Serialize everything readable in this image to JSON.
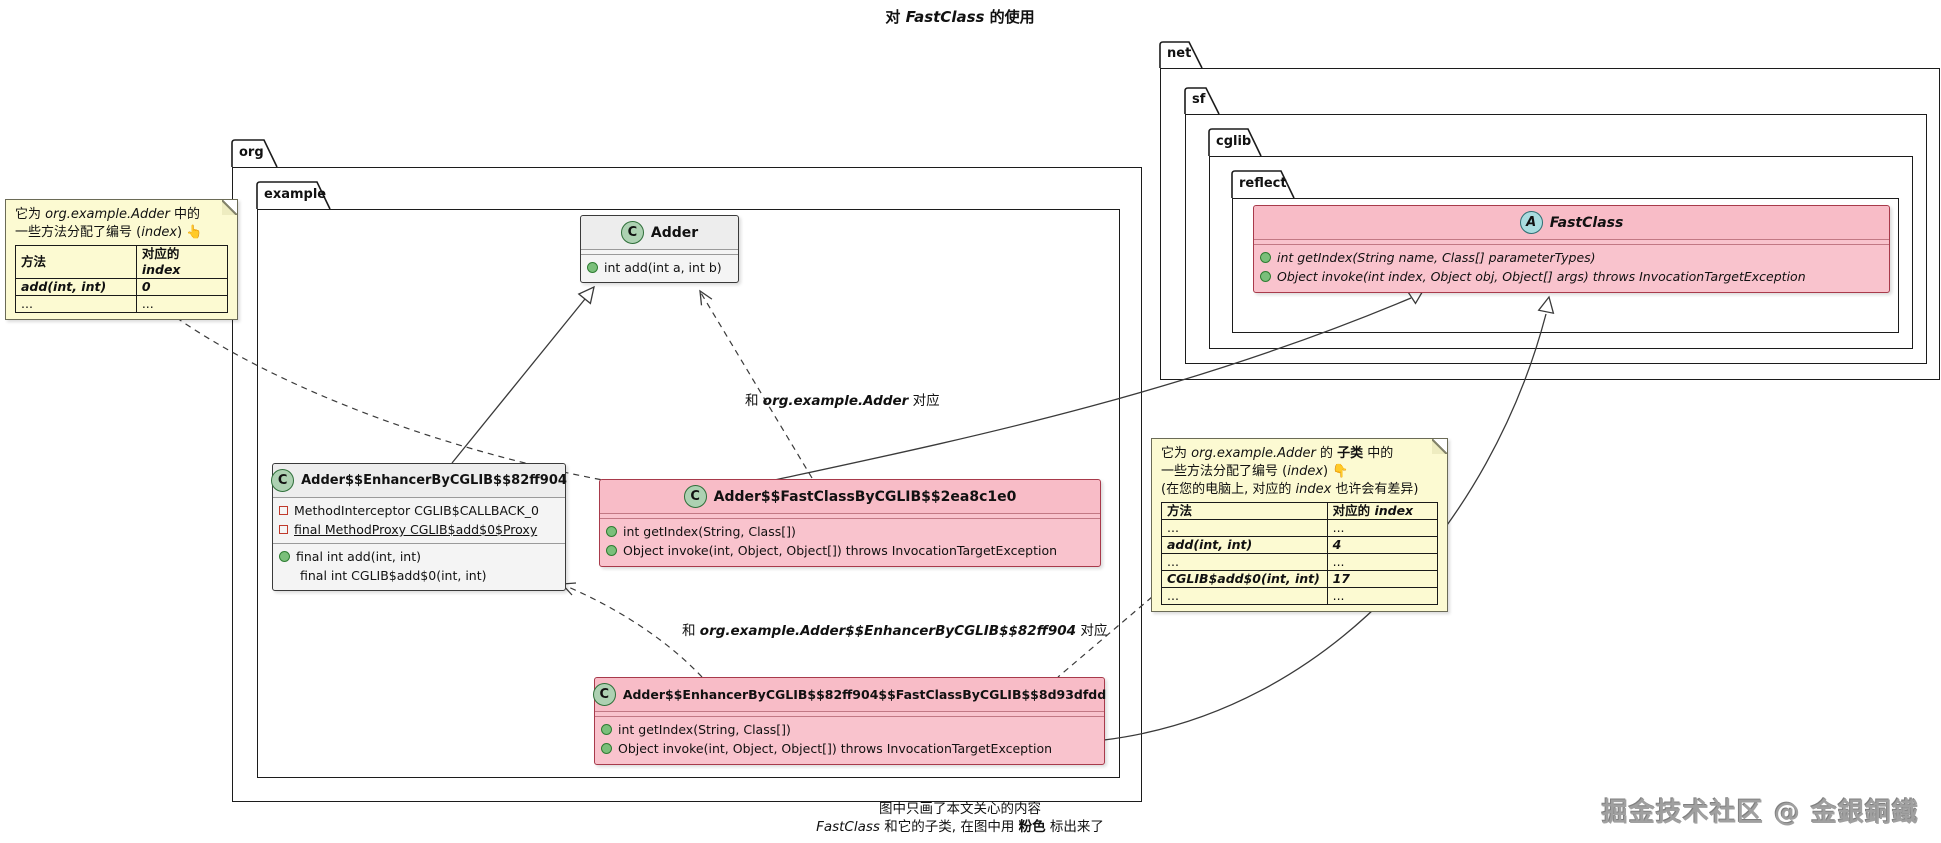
{
  "title": {
    "t1": "对 ",
    "t2": "FastClass",
    "t3": " 的使用"
  },
  "packages": {
    "org": "org",
    "example": "example",
    "net": "net",
    "sf": "sf",
    "cglib": "cglib",
    "reflect": "reflect"
  },
  "colors": {
    "class_pink": "#f9c3cd",
    "class_gray": "#f4f4f4",
    "pink_border": "#a83a4b",
    "note_bg": "#fcfad2",
    "stereotype_class_green": "#add1b2",
    "stereotype_abstract_blue": "#a9dcdf"
  },
  "classes": {
    "adder": {
      "stereotype": "C",
      "name": "Adder",
      "methods": [
        "int add(int a, int b)"
      ]
    },
    "enhancer": {
      "stereotype": "C",
      "name": "Adder$$EnhancerByCGLIB$$82ff904",
      "fields": [
        "MethodInterceptor CGLIB$CALLBACK_0",
        "final MethodProxy CGLIB$add$0$Proxy"
      ],
      "methods": [
        "final int add(int, int)",
        "final int CGLIB$add$0(int, int)"
      ]
    },
    "fastclass_mid": {
      "stereotype": "C",
      "name": "Adder$$FastClassByCGLIB$$2ea8c1e0",
      "methods": [
        "int getIndex(String, Class[])",
        "Object invoke(int, Object, Object[]) throws InvocationTargetException"
      ]
    },
    "fastclass_bottom": {
      "stereotype": "C",
      "name": "Adder$$EnhancerByCGLIB$$82ff904$$FastClassByCGLIB$$8d93dfdd",
      "methods": [
        "int getIndex(String, Class[])",
        "Object invoke(int, Object, Object[]) throws InvocationTargetException"
      ]
    },
    "fastclass": {
      "stereotype": "A",
      "name": "FastClass",
      "methods": [
        "int getIndex(String name, Class[] parameterTypes)",
        "Object invoke(int index, Object obj, Object[] args) throws InvocationTargetException"
      ]
    }
  },
  "notes": {
    "left": {
      "line1_pre": "它为 ",
      "line1_code": "org.example.Adder",
      "line1_post": " 中的",
      "line2_pre": "一些方法分配了编号 (",
      "line2_code": "index",
      "line2_post": ")",
      "pointer": "👆",
      "table": {
        "col1": "方法",
        "col2_pre": "对应的 ",
        "col2_code": "index",
        "rows": [
          [
            "add(int, int)",
            "0"
          ],
          [
            "...",
            "..."
          ]
        ]
      }
    },
    "right": {
      "line1_pre": "它为 ",
      "line1_code": "org.example.Adder",
      "line1_mid": " 的 ",
      "line1_bold": "子类",
      "line1_post": " 中的",
      "line2_pre": "一些方法分配了编号 (",
      "line2_code": "index",
      "line2_post": ")",
      "pointer": "👇",
      "line3_pre": "(在您的电脑上, 对应的 ",
      "line3_code": "index",
      "line3_post": " 也许会有差异)",
      "table": {
        "col1": "方法",
        "col2_pre": "对应的 ",
        "col2_code": "index",
        "rows": [
          [
            "...",
            "..."
          ],
          [
            "add(int, int)",
            "4"
          ],
          [
            "...",
            "..."
          ],
          [
            "CGLIB$add$0(int, int)",
            "17"
          ],
          [
            "...",
            "..."
          ]
        ]
      }
    }
  },
  "edge_labels": {
    "adder": {
      "pre": "和 ",
      "code": "org.example.Adder",
      "post": " 对应"
    },
    "enhancer": {
      "pre": "和 ",
      "code": "org.example.Adder$$EnhancerByCGLIB$$82ff904",
      "post": " 对应"
    }
  },
  "caption": {
    "line1": "图中只画了本文关心的内容",
    "line2_code": "FastClass",
    "line2_mid": " 和它的子类, 在图中用 ",
    "line2_bold": "粉色",
    "line2_post": " 标出来了"
  },
  "watermark": "掘金技术社区 @ 金銀銅鐵"
}
